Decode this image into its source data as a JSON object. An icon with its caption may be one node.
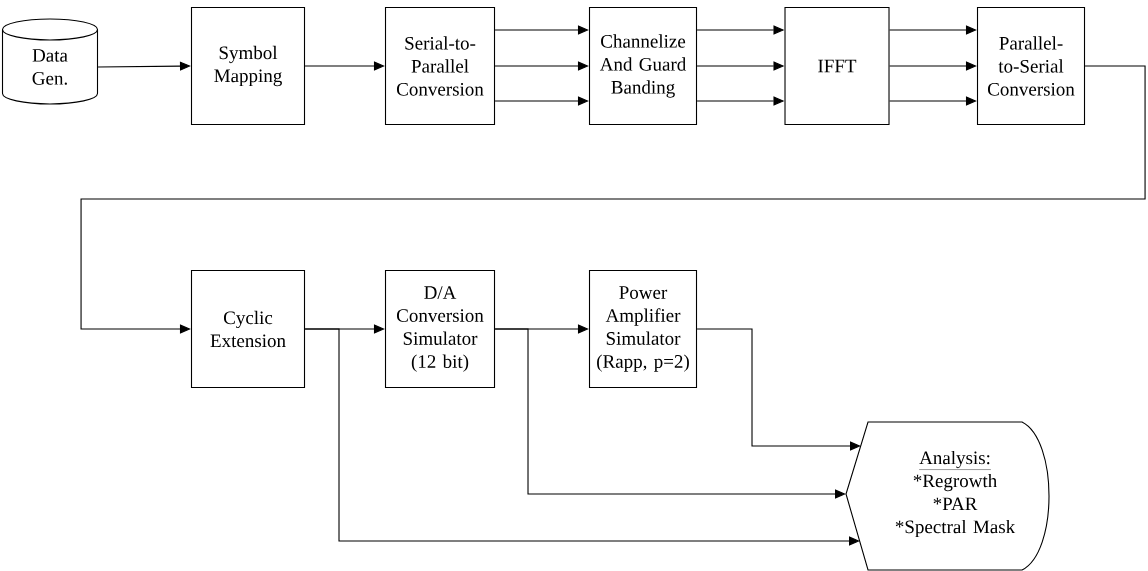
{
  "diagram": {
    "nodes": [
      {
        "text": [
          "Data Gen."
        ]
      },
      {
        "text": [
          "Symbol Mapping"
        ]
      },
      {
        "text": [
          "Serial-to-Parallel Conversion"
        ]
      },
      {
        "text": [
          "Channelize And Guard Banding"
        ]
      },
      {
        "text": [
          "IFFT"
        ]
      },
      {
        "text": [
          "Parallel-to-Serial Conversion"
        ]
      },
      {
        "text": [
          "Cyclic Extension"
        ]
      },
      {
        "text": [
          "D/A Conversion Simulator (12 bit)"
        ]
      },
      {
        "text": [
          "Power Amplifier Simulator (Rapp, p=2)"
        ]
      },
      {
        "text": [
          "Analysis:",
          "*Regrowth",
          "*PAR",
          "*Spectral Mask"
        ]
      }
    ],
    "edges": [
      {
        "from": 0,
        "to": 1,
        "arrow": "to"
      },
      {
        "from": 1,
        "to": 2,
        "arrow": "to"
      },
      {
        "from": 2,
        "to": 3,
        "arrow": "to"
      },
      {
        "from": 2,
        "to": 3,
        "arrow": "to"
      },
      {
        "from": 2,
        "to": 3,
        "arrow": "to"
      },
      {
        "from": 3,
        "to": 4,
        "arrow": "to"
      },
      {
        "from": 3,
        "to": 4,
        "arrow": "to"
      },
      {
        "from": 3,
        "to": 4,
        "arrow": "to"
      },
      {
        "from": 4,
        "to": 5,
        "arrow": "to"
      },
      {
        "from": 4,
        "to": 5,
        "arrow": "to"
      },
      {
        "from": 4,
        "to": 5,
        "arrow": "to"
      },
      {
        "from": 5,
        "to": 6,
        "arrow": "to"
      },
      {
        "from": 6,
        "to": 7,
        "arrow": "to"
      },
      {
        "from": 7,
        "to": 8,
        "arrow": "to"
      },
      {
        "from": 8,
        "to": 9,
        "arrow": "to"
      },
      {
        "from": 7,
        "to": 9,
        "arrow": "to"
      },
      {
        "from": 6,
        "to": 9,
        "arrow": "to"
      }
    ]
  }
}
